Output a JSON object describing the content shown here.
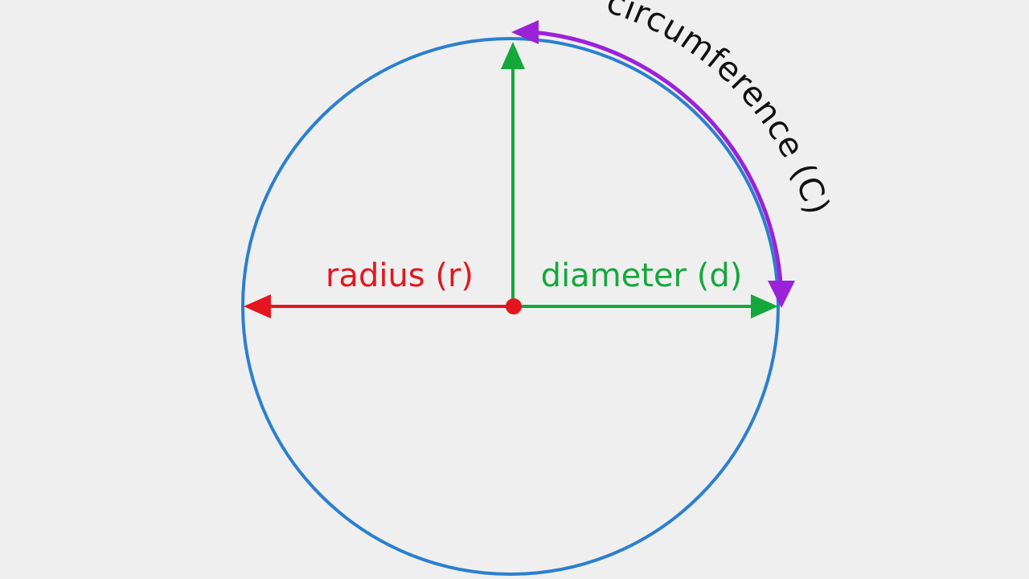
{
  "labels": {
    "radius": "radius (r)",
    "diameter": "diameter (d)",
    "circumference": "circumference (C)"
  },
  "colors": {
    "background": "#efefef",
    "circle": "#2b7fcf",
    "radius": "#e3161f",
    "diameter": "#14a83c",
    "circumference_arrow": "#9a22d8",
    "circumference_text": "#111111"
  }
}
